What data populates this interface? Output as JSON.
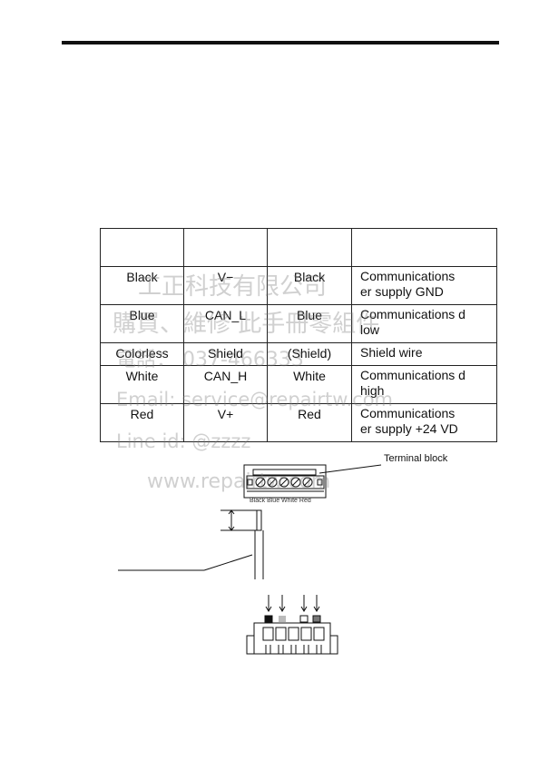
{
  "table": {
    "rows": [
      {
        "color": "Black",
        "signal": "V−",
        "wire": "Black",
        "desc": "Communications\ner supply GND"
      },
      {
        "color": "Blue",
        "signal": "CAN_L",
        "wire": "Blue",
        "desc": "Communications d\nlow"
      },
      {
        "color": "Colorless",
        "signal": "Shield",
        "wire": "(Shield)",
        "desc": "Shield wire"
      },
      {
        "color": "White",
        "signal": "CAN_H",
        "wire": "White",
        "desc": "Communications d\nhigh"
      },
      {
        "color": "Red",
        "signal": "V+",
        "wire": "Red",
        "desc": "Communications\ner supply +24 VD"
      }
    ]
  },
  "diagram": {
    "terminal_label": "Terminal block",
    "tb_colors": [
      "Black",
      "Blue",
      "White",
      "Red"
    ]
  },
  "watermark": {
    "line1": "工正科技有限公司",
    "line2": "購買、維修 此手冊零組件",
    "line3": "電話：  037-466333",
    "line4": "Email:        service@repairtw.com",
    "line5": "Line id:    @zzzz",
    "line6": "www.repairtw.com"
  }
}
